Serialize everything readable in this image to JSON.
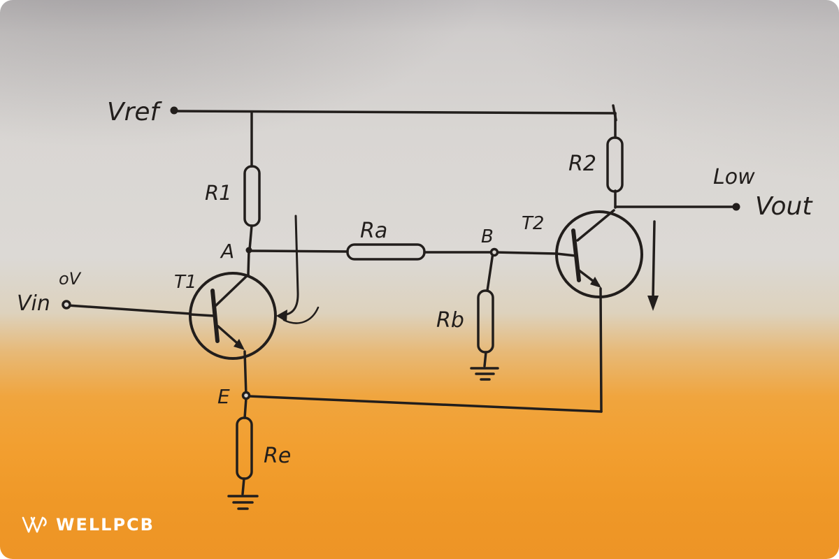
{
  "diagram": {
    "type": "hand-drawn-circuit-schematic",
    "labels": {
      "vref": "Vref",
      "r1": "R1",
      "node_a": "A",
      "ra": "Ra",
      "node_b": "B",
      "t1": "T1",
      "t2": "T2",
      "r2": "R2",
      "rb": "Rb",
      "re": "Re",
      "node_e": "E",
      "ov": "oV",
      "vin": "Vin",
      "low": "Low",
      "vout": "Vout"
    },
    "colors": {
      "ink": "#221e1c",
      "paper": "#dcd9d5",
      "orange": "#f09a28",
      "watermark": "#ffffff"
    }
  },
  "watermark": {
    "brand": "WELLPCB"
  }
}
